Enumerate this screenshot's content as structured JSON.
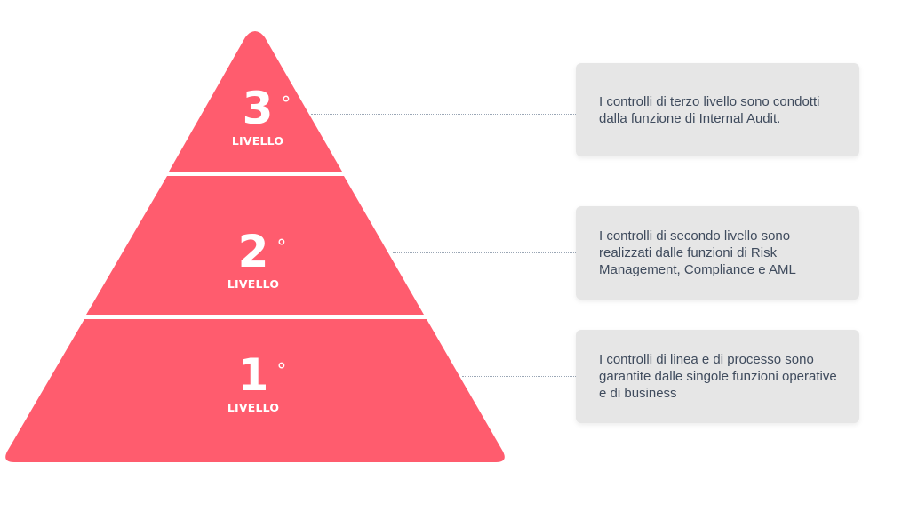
{
  "colors": {
    "pyramid": "#ff5c6e",
    "box": "#e6e6e6",
    "text": "#3f4b5d"
  },
  "levels": [
    {
      "number": "3",
      "degree": "°",
      "word": "LIVELLO",
      "description": "I controlli di terzo livello sono condotti dalla funzione di Internal Audit."
    },
    {
      "number": "2",
      "degree": "°",
      "word": "LIVELLO",
      "description": "I controlli di secondo livello sono realizzati dalle funzioni di Risk Management, Compliance e AML"
    },
    {
      "number": "1",
      "degree": "°",
      "word": "LIVELLO",
      "description": "I controlli di linea e di processo sono garantite dalle singole funzioni operative e di business"
    }
  ]
}
